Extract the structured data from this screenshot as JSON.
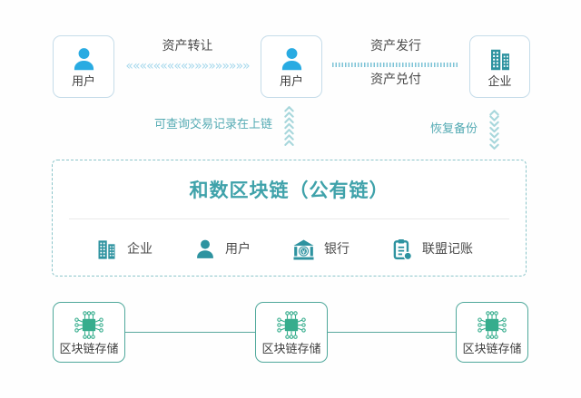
{
  "top_row": {
    "user1": {
      "label": "用户"
    },
    "user2": {
      "label": "用户"
    },
    "enterprise": {
      "label": "企业"
    },
    "transfer_label": "资产转让",
    "issue_label": "资产发行",
    "redeem_label": "资产兑付"
  },
  "glyphs": {
    "chevrons_left": "«««««««««",
    "chevrons_right": "»»»»»»»»»"
  },
  "middle": {
    "query_label": "可查询交易记录在上链",
    "backup_label": "恢复备份"
  },
  "chain_box": {
    "title": "和数区块链（公有链）",
    "participants": [
      {
        "icon": "building-icon",
        "label": "企业"
      },
      {
        "icon": "user-icon",
        "label": "用户"
      },
      {
        "icon": "bank-icon",
        "label": "银行"
      },
      {
        "icon": "ledger-icon",
        "label": "联盟记账"
      }
    ]
  },
  "storage_row": {
    "nodes": [
      {
        "label": "区块链存储"
      },
      {
        "label": "区块链存储"
      },
      {
        "label": "区块链存储"
      }
    ]
  },
  "colors": {
    "user_blue": "#29abe2",
    "teal": "#2e93a0",
    "title_teal": "#3fa2aa",
    "chip_green": "#36ad8d",
    "storage_border": "#4fa89b",
    "node_border_blue": "#c5dce9",
    "arrow_light_blue": "#a6d8ec",
    "arrow_light_teal": "#a8d7dc"
  }
}
